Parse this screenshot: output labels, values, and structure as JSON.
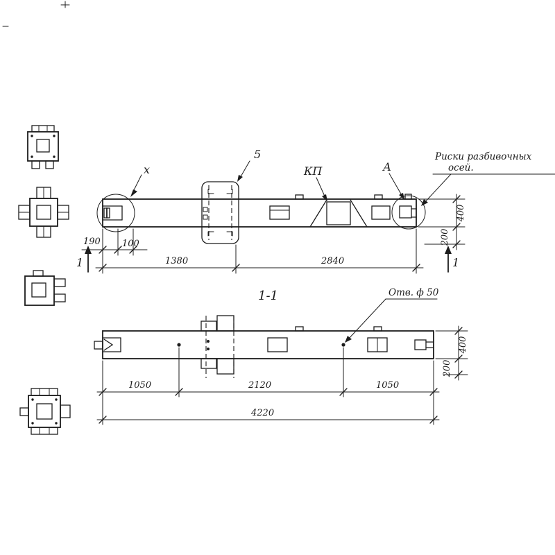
{
  "page": {
    "background": "#ffffff",
    "ink": "#1c1c1c"
  },
  "callouts": {
    "detail_left_mark": "x",
    "detail_mid_mark": "5",
    "plate_mark": "КП",
    "detail_right_mark": "А",
    "axes_note_line1": "Риски разбивочных",
    "axes_note_line2": "осей.",
    "hole_note": "Отв. ф 50",
    "section_title": "1-1",
    "section_mark_left": "1",
    "section_mark_right": "1"
  },
  "dimensions": {
    "elevation": {
      "end_offset": "190",
      "axis_offset": "100",
      "left_span": "1380",
      "right_span": "2840",
      "height": "400",
      "console_drop": "200"
    },
    "plan": {
      "left_hole": "1050",
      "mid_span": "2120",
      "right_hole": "1050",
      "total_length": "4220",
      "width": "400",
      "console_drop": "200"
    }
  }
}
